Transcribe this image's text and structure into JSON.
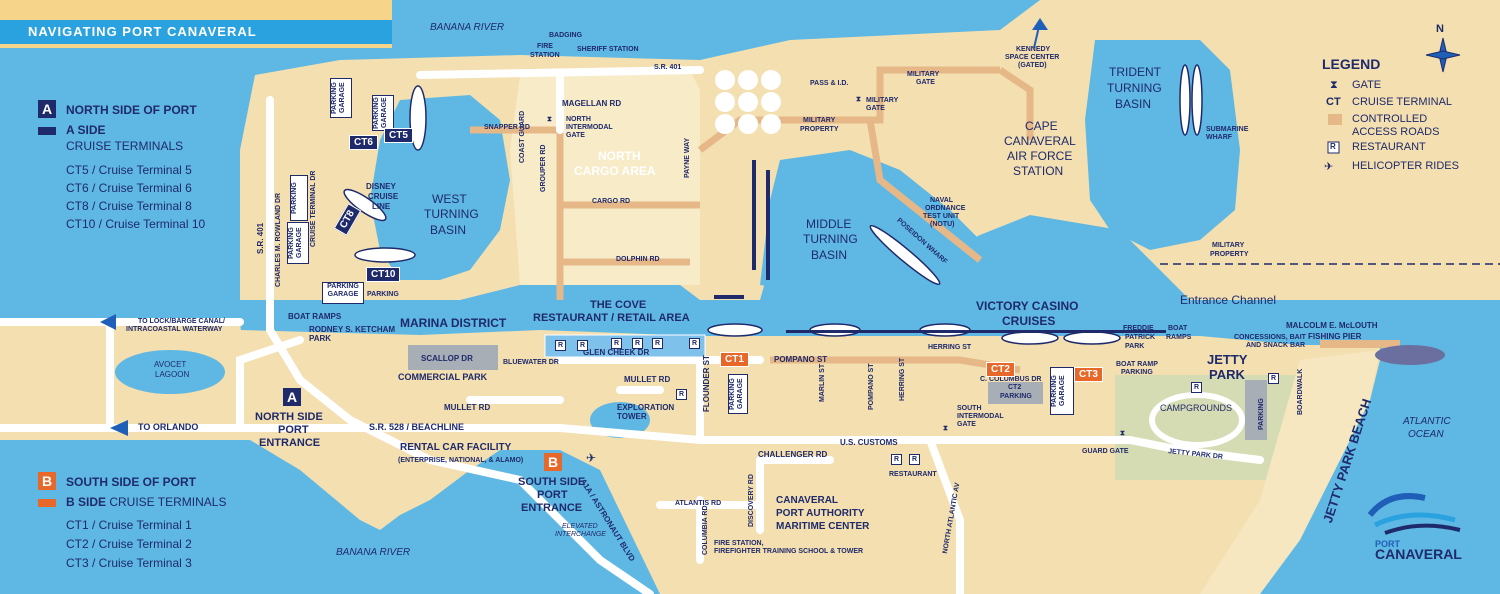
{
  "title": "NAVIGATING PORT CANAVERAL",
  "compass": "N",
  "legend": {
    "title": "LEGEND",
    "gate": "GATE",
    "ct_abbr": "CT",
    "cruise_terminal": "CRUISE TERMINAL",
    "controlled_1": "CONTROLLED",
    "controlled_2": "ACCESS ROADS",
    "r_symbol": "R",
    "restaurant": "RESTAURANT",
    "helicopter": "HELICOPTER RIDES"
  },
  "north_side": {
    "badge": "A",
    "heading": "NORTH SIDE OF PORT",
    "side_a": "A SIDE",
    "sub": "CRUISE TERMINALS",
    "terminals": [
      "CT5 / Cruise Terminal 5",
      "CT6 / Cruise Terminal 6",
      "CT8 / Cruise Terminal 8",
      "CT10 / Cruise Terminal 10"
    ]
  },
  "south_side": {
    "badge": "B",
    "heading": "SOUTH SIDE OF PORT",
    "side_b": "B SIDE",
    "sub": " CRUISE TERMINALS",
    "terminals": [
      "CT1 / Cruise Terminal 1",
      "CT2 / Cruise Terminal 2",
      "CT3 / Cruise Terminal 3"
    ]
  },
  "water": {
    "banana_river_n": "BANANA RIVER",
    "banana_river_s": "BANANA RIVER",
    "atlantic_1": "ATLANTIC",
    "atlantic_2": "OCEAN",
    "avocet_1": "AVOCET",
    "avocet_2": "LAGOON",
    "west_1": "WEST",
    "west_2": "TURNING",
    "west_3": "BASIN",
    "middle_1": "MIDDLE",
    "middle_2": "TURNING",
    "middle_3": "BASIN",
    "trident_1": "TRIDENT",
    "trident_2": "TURNING",
    "trident_3": "BASIN",
    "entrance_channel": "Entrance Channel"
  },
  "areas": {
    "north_cargo_1": "NORTH",
    "north_cargo_2": "CARGO AREA",
    "cape_1": "CAPE",
    "cape_2": "CANAVERAL",
    "cape_3": "AIR FORCE",
    "cape_4": "STATION",
    "marina": "MARINA DISTRICT",
    "cove_1": "THE COVE",
    "cove_2": "RESTAURANT / RETAIL AREA",
    "victory_1": "VICTORY CASINO",
    "victory_2": "CRUISES",
    "jetty_1": "JETTY",
    "jetty_2": "PARK",
    "jetty_beach": "JETTY PARK BEACH",
    "campgrounds": "CAMPGROUNDS",
    "commercial_park": "COMMERCIAL PARK",
    "exploration_1": "EXPLORATION",
    "exploration_2": "TOWER",
    "disney_1": "DISNEY",
    "disney_2": "CRUISE",
    "disney_3": "LINE"
  },
  "roads": {
    "sr401_top": "S.R. 401",
    "magellan": "MAGELLAN RD",
    "snapper": "SNAPPER RD",
    "cargo": "CARGO RD",
    "dolphin": "DOLPHIN RD",
    "grouper": "GROUPER RD",
    "payne": "PAYNE WAY",
    "sr401_left": "S.R. 401",
    "charles": "CHARLES M. ROWLAND DR",
    "cruise_terminal_dr": "CRUISE TERMINAL DR",
    "scallop": "SCALLOP DR",
    "bluewater": "BLUEWATER DR",
    "glencheek": "GLEN CHEEK DR",
    "mullet_1": "MULLET RD",
    "mullet_2": "MULLET RD",
    "sr528": "S.R. 528 / BEACHLINE",
    "to_orlando": "TO ORLANDO",
    "to_lock_1": "TO LOCK/BARGE CANAL/",
    "to_lock_2": "INTRACOASTAL WATERWAY",
    "pompano_st": "POMPANO ST",
    "herring_st": "HERRING ST",
    "marlin": "MARLIN ST",
    "pompano_v": "POMPANO ST",
    "herring_v": "HERRING ST",
    "flounder": "FLOUNDER ST",
    "columbus": "C. COLUMBUS DR",
    "challenger": "CHALLENGER RD",
    "atlantis": "ATLANTIS RD",
    "discovery": "DISCOVERY RD",
    "columbia": "COLUMBIA RD",
    "a1a": "A1A / ASTRONAUT BLVD",
    "north_atlantic": "NORTH ATLANTIC AV",
    "jetty_park_dr": "JETTY PARK DR",
    "boardwalk": "BOARDWALK",
    "us_customs": "U.S. CUSTOMS"
  },
  "places": {
    "badging": "BADGING",
    "fire_1": "FIRE",
    "fire_2": "STATION",
    "sheriff": "SHERIFF STATION",
    "north_gate_1": "NORTH",
    "north_gate_2": "INTERMODAL",
    "north_gate_3": "GATE",
    "coast_1": "COAST",
    "coast_2": "GUARD",
    "pass_id": "PASS & I.D.",
    "mil_gate_top_1": "MILITARY",
    "mil_gate_top_2": "GATE",
    "mil_gate_mid_1": "MILITARY",
    "mil_gate_mid_2": "GATE",
    "mil_prop_1": "MILITARY",
    "mil_prop_2": "PROPERTY",
    "mil_prop_r_1": "MILITARY",
    "mil_prop_r_2": "PROPERTY",
    "kennedy_1": "KENNEDY",
    "kennedy_2": "SPACE CENTER",
    "kennedy_3": "(GATED)",
    "naval_1": "NAVAL",
    "naval_2": "ORDNANCE",
    "naval_3": "TEST UNIT",
    "naval_4": "(NOTU)",
    "poseidon": "POSEIDON WHARF",
    "submarine_1": "SUBMARINE",
    "submarine_2": "WHARF",
    "boat_ramps_l": "BOAT RAMPS",
    "rodney_1": "RODNEY S. KETCHAM",
    "rodney_2": "PARK",
    "north_entr_1": "NORTH SIDE",
    "north_entr_2": "PORT",
    "north_entr_3": "ENTRANCE",
    "rental_1": "RENTAL CAR FACILITY",
    "rental_2": "(ENTERPRISE, NATIONAL, & ALAMO)",
    "south_entr_1": "SOUTH SIDE",
    "south_entr_2": "PORT",
    "south_entr_3": "ENTRANCE",
    "elevated_1": "ELEVATED",
    "elevated_2": "INTERCHANGE",
    "canaveral_1": "CANAVERAL",
    "canaveral_2": "PORT AUTHORITY",
    "canaveral_3": "MARITIME CENTER",
    "firestation_1": "FIRE STATION,",
    "firestation_2": "FIREFIGHTER TRAINING SCHOOL & TOWER",
    "restaurant_s": "RESTAURANT",
    "south_gate_1": "SOUTH",
    "south_gate_2": "INTERMODAL",
    "south_gate_3": "GATE",
    "ct2_parking_1": "CT2",
    "ct2_parking_2": "PARKING",
    "freddie_1": "FREDDIE",
    "freddie_2": "PATRICK",
    "freddie_3": "PARK",
    "boat_ramps_r_1": "BOAT",
    "boat_ramps_r_2": "RAMPS",
    "boat_ramp_parking_1": "BOAT RAMP",
    "boat_ramp_parking_2": "PARKING",
    "concessions_1": "CONCESSIONS, BAIT",
    "concessions_2": "AND SNACK BAR",
    "malcolm_1": "MALCOLM E. McLOUTH",
    "malcolm_2": "FISHING PIER",
    "guard_gate": "GUARD GATE",
    "parking_jetty": "PARKING",
    "parking_ct10": "PARKING",
    "parking_word_ct10": "PARKING",
    "garage_word": "GARAGE",
    "parking_garage_ct8": "PARKING",
    "garage_ct8": "GARAGE",
    "parking_ct5": "PARKING",
    "garage_ct5": "GARAGE",
    "parking_top": "PARKING",
    "garage_top": "GARAGE",
    "parking_ct1": "PARKING",
    "garage_ct1": "GARAGE",
    "parking_ct3": "PARKING",
    "garage_ct3": "GARAGE",
    "parking_ct6_v": "PARKING"
  },
  "terminals": {
    "ct1": "CT1",
    "ct2": "CT2",
    "ct3": "CT3",
    "ct5": "CT5",
    "ct6": "CT6",
    "ct8": "CT8",
    "ct10": "CT10"
  },
  "markers": {
    "badge_a": "A",
    "badge_b": "B",
    "r": "R"
  },
  "logo": {
    "line1": "PORT",
    "line2": "CANAVERAL"
  },
  "colors": {
    "water": "#5fb8e3",
    "land": "#f3dfb0",
    "port_land": "#f7ebc8",
    "road": "#ffffff",
    "controlled_road": "#e7b887",
    "navy": "#1f2a6b",
    "orange": "#e8682a",
    "park_green": "#d5dcb3",
    "gray": "#a7aeb5"
  }
}
